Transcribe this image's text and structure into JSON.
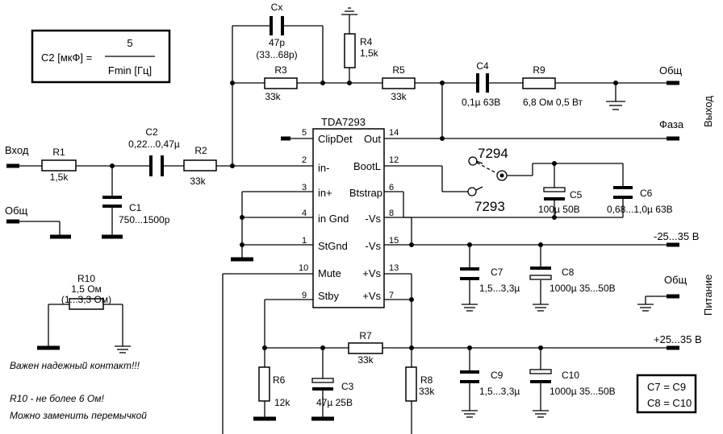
{
  "formula": {
    "lhs": "C2 [мкФ] =",
    "num": "5",
    "den": "Fmin [Гц]"
  },
  "chip": {
    "name": "TDA7293",
    "pins": [
      {
        "num": "5",
        "label": "ClipDet"
      },
      {
        "num": "14",
        "label": "Out"
      },
      {
        "num": "2",
        "label": "in-"
      },
      {
        "num": "12",
        "label": "BootL"
      },
      {
        "num": "3",
        "label": "in+"
      },
      {
        "num": "6",
        "label": "Btstrap"
      },
      {
        "num": "4",
        "label": "in Gnd"
      },
      {
        "num": "8",
        "label": "-Vs"
      },
      {
        "num": "1",
        "label": "StGnd"
      },
      {
        "num": "15",
        "label": "-Vs"
      },
      {
        "num": "10",
        "label": "Mute"
      },
      {
        "num": "13",
        "label": "+Vs"
      },
      {
        "num": "9",
        "label": "Stby"
      },
      {
        "num": "7",
        "label": "+Vs"
      }
    ]
  },
  "components": {
    "cx": {
      "name": "Cx",
      "value": "47p",
      "range": "(33...68p)"
    },
    "r4": {
      "name": "R4",
      "value": "1,5k"
    },
    "r3": {
      "name": "R3",
      "value": "33k"
    },
    "r5": {
      "name": "R5",
      "value": "33k"
    },
    "c4": {
      "name": "C4",
      "value": "0,1µ 63В"
    },
    "r9": {
      "name": "R9",
      "value": "6,8 Ом 0,5 Вт"
    },
    "r1": {
      "name": "R1",
      "value": "1,5k"
    },
    "c2": {
      "name": "C2",
      "value": "0,22...0,47µ"
    },
    "r2": {
      "name": "R2",
      "value": "33k"
    },
    "c1": {
      "name": "C1",
      "value": "750...1500p"
    },
    "c5": {
      "name": "C5",
      "value": "100µ 50В"
    },
    "c6": {
      "name": "C6",
      "value": "0,68...1,0µ 63В"
    },
    "c7": {
      "name": "C7",
      "value": "1,5...3,3µ"
    },
    "c8": {
      "name": "C8",
      "value": "1000µ 35...50В"
    },
    "c9": {
      "name": "C9",
      "value": "1,5...3,3µ"
    },
    "c10": {
      "name": "C10",
      "value": "1000µ 35...50В"
    },
    "r7": {
      "name": "R7",
      "value": "33k"
    },
    "r6": {
      "name": "R6",
      "value": "12k"
    },
    "c3": {
      "name": "C3",
      "value": "47µ 25В"
    },
    "r8": {
      "name": "R8",
      "value": "33k"
    },
    "r10": {
      "name": "R10",
      "value": "1,5 Ом",
      "range": "(1...3,3 Ом)"
    }
  },
  "chips_alt": {
    "a": "7294",
    "b": "7293"
  },
  "labels": {
    "vhod": "Вход",
    "obsch_in": "Общ",
    "obsch_out": "Общ",
    "faza": "Фаза",
    "vyhod": "Выход",
    "neg": "-25...35 В",
    "pos": "+25...35 В",
    "obsch_pwr": "Общ",
    "pitanie": "Питание"
  },
  "notes": [
    "Важен надежный контакт!!!",
    "R10 - не более 6 Ом!",
    "Можно заменить перемычкой"
  ],
  "equiv": [
    "C7 = C9",
    "C8 = C10"
  ]
}
